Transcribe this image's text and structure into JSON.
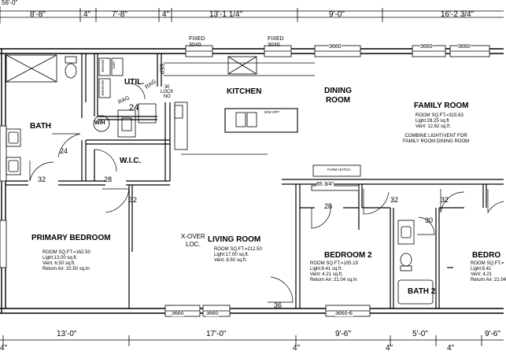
{
  "top_cut_label": "56'-0\"",
  "top_dims": [
    "8'-8\"",
    "4\"",
    "7'-8\"",
    "4\"",
    "13'-1 1/4\"",
    "9'-0\"",
    "16'-2 3/4\""
  ],
  "bottom_dims": [
    "4\"",
    "13'-0\"",
    "17'-0\"",
    "4\"",
    "9'-6\"",
    "4\"",
    "5'-0\"",
    "4\"",
    "9'-6\""
  ],
  "windows": {
    "fixed_label": "FIXED",
    "fixed_size": "3040",
    "w3660": "3660",
    "w3660e": "3660-E"
  },
  "rooms": {
    "bath": "BATH",
    "util": "UTIL.",
    "kitchen": "KITCHEN",
    "dining": "DINING\nROOM",
    "family": "FAMILY ROOM",
    "wic": "W.I.C.",
    "primary": "PRIMARY BEDROOM",
    "living": "LIVING ROOM",
    "bedroom2": "BEDROOM 2",
    "bath2": "BATH 2",
    "bedroom3": "BEDRO"
  },
  "room_notes": {
    "family": "ROOM SQ.FT.=315.63\nLight:28.25 sq.ft\nVent: 12.62 sq.ft.",
    "family_combine": "COMBINE LIGHT/VENT FOR\nFAMILY ROOM DINING ROOM",
    "primary": "ROOM SQ.FT.=162.50\nLight:13.00 sq.ft.\nVent: 6.50 sq.ft.\nReturn Air: 32.50 sq.In",
    "living": "ROOM SQ.FT.=212.50\nLight:17.00 sq.ft.\nVent: 8.50 sq.ft.",
    "bedroom2": "ROOM SQ.FT.=105.19\nLight:8.41 sq.ft.\nVent: 4.21 sq.ft.\nReturn Air: 21.04 sq.In",
    "bedroom3": "ROOM SQ.FT.=\nLight:8.41\nVent: 4.21\nReturn Air: 21.04"
  },
  "labels": {
    "xover": "X-OVER\nLOC.",
    "rag": "RAG",
    "sep": "SEP",
    "lock_no": "30\nLOCK\nNO",
    "wh": "W/H",
    "dw": "D/W OPT",
    "dryer": "DRYER",
    "washer": "WASHER",
    "opt": "OPT.",
    "farm_hutch": "FARM HUTCH",
    "half_wall": "65 3/4\""
  },
  "door_sizes": {
    "d24a": "24",
    "d24b": "24",
    "d32a": "32",
    "d28a": "28",
    "d32b": "32",
    "d36": "36",
    "d28b": "28",
    "d32c": "32",
    "d32d": "32",
    "d30": "30"
  }
}
